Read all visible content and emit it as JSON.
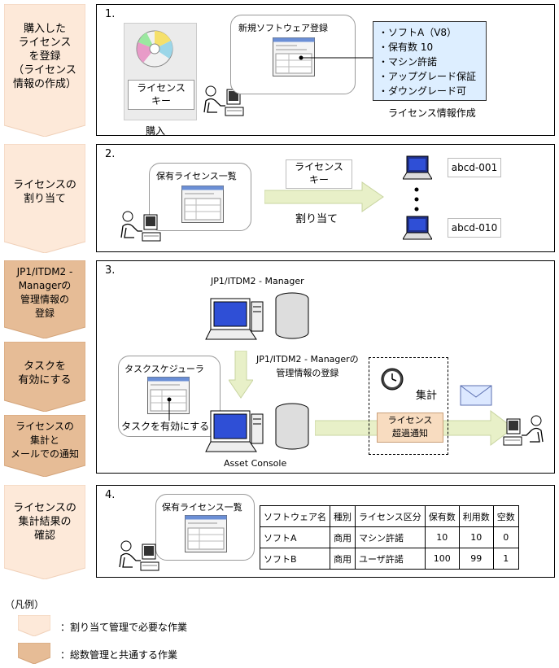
{
  "steps": [
    {
      "label": "購入した\nライセンス\nを登録\n（ライセンス\n情報の作成）",
      "kind": "light"
    },
    {
      "label": "ライセンスの\n割り当て",
      "kind": "light"
    },
    {
      "label": "JP1/ITDM2 -\nManagerの\n管理情報の\n登録",
      "kind": "dark"
    },
    {
      "label": "タスクを\n有効にする",
      "kind": "dark"
    },
    {
      "label": "ライセンスの\n集計と\nメールでの通知",
      "kind": "dark"
    },
    {
      "label": "ライセンスの\n集計結果の\n確認",
      "kind": "light"
    }
  ],
  "colors": {
    "light": "#fde9d9",
    "dark": "#e6bc96",
    "licbox": "#ddeeff",
    "arrow": "#e8f0c8",
    "notice": "#f8dcc0",
    "envelope": "#dce8ff"
  },
  "panel1": {
    "num": "1.",
    "license_key": "ライセンス\nキー",
    "purchase": "購入",
    "new_software_title": "新規ソフトウェア登録",
    "license_info_items": [
      "・ソフトA（V8）",
      "・保有数 10",
      "・マシン許諾",
      "・アップグレード保証",
      "・ダウングレード可"
    ],
    "license_info_caption": "ライセンス情報作成"
  },
  "panel2": {
    "num": "2.",
    "owned_list_title": "保有ライセンス一覧",
    "license_key": "ライセンス\nキー",
    "assign": "割り当て",
    "pc_first": "abcd-001",
    "pc_last": "abcd-010"
  },
  "panel3": {
    "num": "3.",
    "manager_title": "JP1/ITDM2 - Manager",
    "register_label": "JP1/ITDM2 - Managerの\n管理情報の登録",
    "scheduler_title": "タスクスケジューラ",
    "enable_task": "タスクを有効にする",
    "aggregate": "集計",
    "over_notice": "ライセンス\n超過通知",
    "asset_console": "Asset Console"
  },
  "panel4": {
    "num": "4.",
    "owned_list_title": "保有ライセンス一覧",
    "table": {
      "headers": [
        "ソフトウェア名",
        "種別",
        "ライセンス区分",
        "保有数",
        "利用数",
        "空数"
      ],
      "rows": [
        [
          "ソフトA",
          "商用",
          "マシン許諾",
          "10",
          "10",
          "0"
        ],
        [
          "ソフトB",
          "商用",
          "ユーザ許諾",
          "100",
          "99",
          "1"
        ]
      ]
    }
  },
  "legend": {
    "title": "（凡例）",
    "light_text": "：割り当て管理で必要な作業",
    "dark_text": "：総数管理と共通する作業"
  }
}
